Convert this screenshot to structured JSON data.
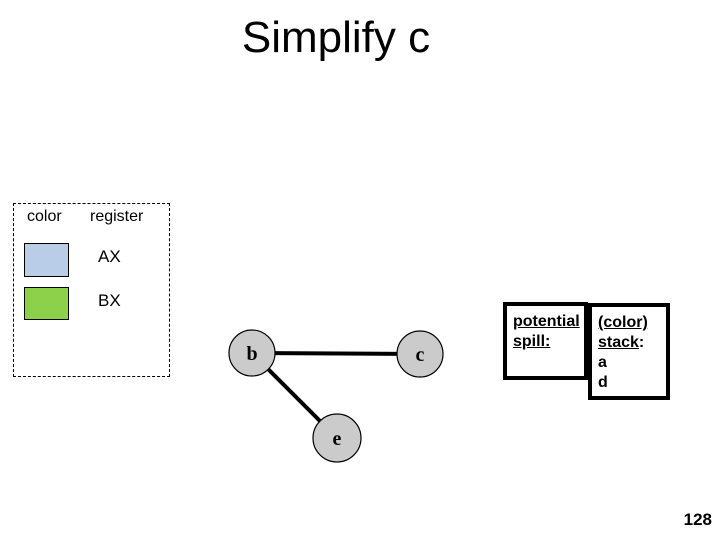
{
  "slide": {
    "title": "Simplify c",
    "page_number": "128"
  },
  "legend": {
    "header_color": "color",
    "header_register": "register",
    "rows": [
      {
        "color": "#b9cde6",
        "register": "AX"
      },
      {
        "color": "#8dd04a",
        "register": "BX"
      }
    ]
  },
  "graph": {
    "node_fill": "#cbcbcb",
    "nodes": [
      {
        "label": "b"
      },
      {
        "label": "c"
      },
      {
        "label": "e"
      }
    ],
    "edges": [
      "b-c",
      "b-e"
    ]
  },
  "spill_box": {
    "line1": "potential",
    "line2": "spill:"
  },
  "stack_box": {
    "line1": "(color)",
    "line2_word": "stack",
    "line2_colon": ":",
    "items": [
      "a",
      "d"
    ]
  }
}
